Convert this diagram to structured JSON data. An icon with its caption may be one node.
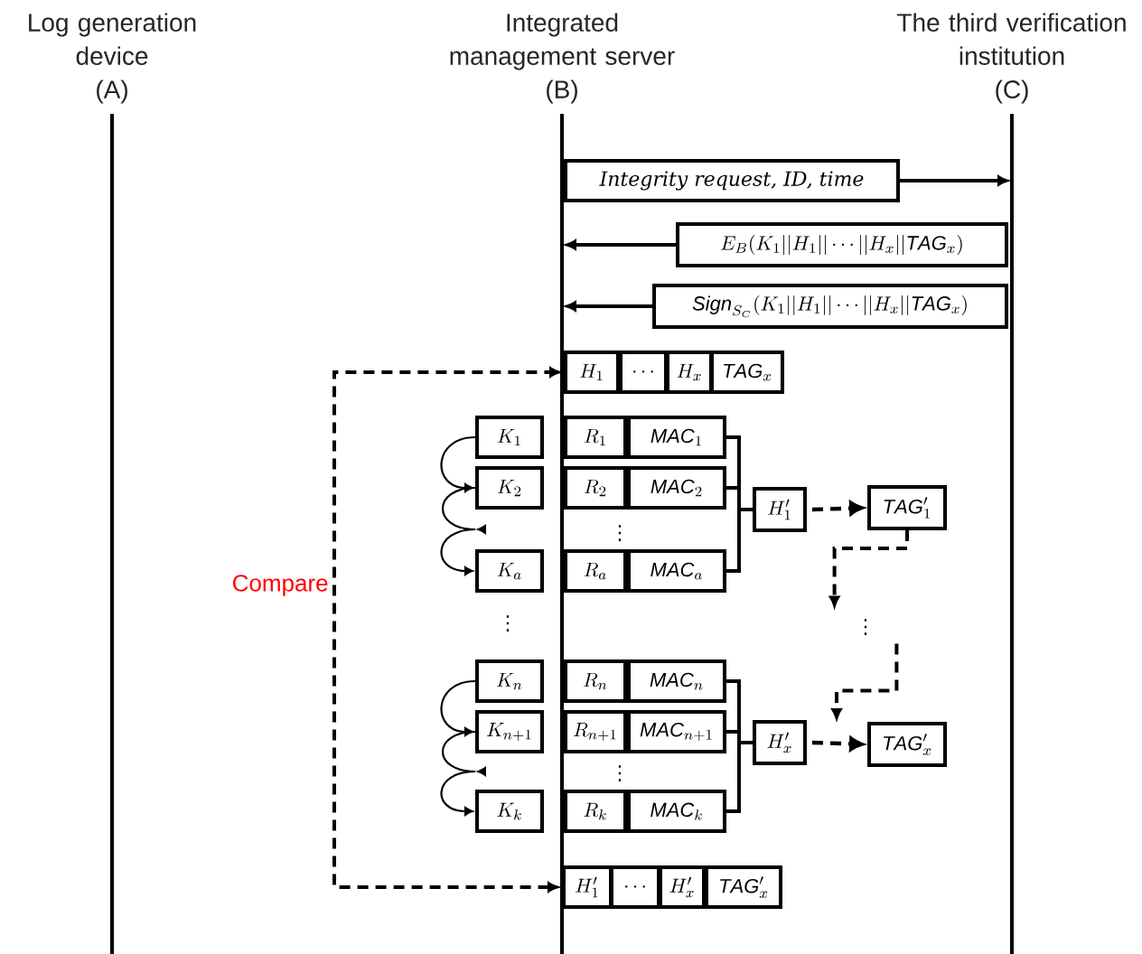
{
  "diagram": {
    "nodes": [
      {
        "text": [
          "Log generation device",
          "(A)"
        ]
      },
      {
        "text": [
          "Integrated management server",
          "(B)"
        ]
      },
      {
        "text": [
          "The third verification institution",
          "(C)"
        ]
      },
      {
        "text": [
          "Integrity request, ID, time"
        ]
      },
      {
        "text": [
          "E_{B}(K_{1}||H_{1}||\\cdots||H_{x}||\\mathit{TAG}_{x})"
        ]
      },
      {
        "text": [
          "\\mathit{Sign}_{S_{C}}(K_{1}||H_{1}||\\cdots||H_{x}||\\mathit{TAG}_{x})"
        ]
      },
      {
        "text": [
          "H_{1}"
        ]
      },
      {
        "text": [
          "\\cdots"
        ]
      },
      {
        "text": [
          "H_{x}"
        ]
      },
      {
        "text": [
          "\\mathit{TAG}_{x}"
        ]
      },
      {
        "text": [
          "K_{1}"
        ]
      },
      {
        "text": [
          "R_{1}"
        ]
      },
      {
        "text": [
          "\\mathit{MAC}_{1}"
        ]
      },
      {
        "text": [
          "K_{2}"
        ]
      },
      {
        "text": [
          "R_{2}"
        ]
      },
      {
        "text": [
          "\\mathit{MAC}_{2}"
        ]
      },
      {
        "text": [
          "K_{a}"
        ]
      },
      {
        "text": [
          "R_{a}"
        ]
      },
      {
        "text": [
          "\\mathit{MAC}_{a}"
        ]
      },
      {
        "text": [
          "H'_{1}"
        ]
      },
      {
        "text": [
          "\\mathit{TAG}'_{1}"
        ]
      },
      {
        "text": [
          "⋮"
        ]
      },
      {
        "text": [
          "K_{n}"
        ]
      },
      {
        "text": [
          "R_{n}"
        ]
      },
      {
        "text": [
          "\\mathit{MAC}_{n}"
        ]
      },
      {
        "text": [
          "K_{n+1}"
        ]
      },
      {
        "text": [
          "R_{n+1}"
        ]
      },
      {
        "text": [
          "\\mathit{MAC}_{n+1}"
        ]
      },
      {
        "text": [
          "K_{k}"
        ]
      },
      {
        "text": [
          "R_{k}"
        ]
      },
      {
        "text": [
          "\\mathit{MAC}_{k}"
        ]
      },
      {
        "text": [
          "H'_{x}"
        ]
      },
      {
        "text": [
          "\\mathit{TAG}'_{x}"
        ]
      },
      {
        "text": [
          "H'_{1}"
        ]
      },
      {
        "text": [
          "\\cdots"
        ]
      },
      {
        "text": [
          "H'_{x}"
        ]
      },
      {
        "text": [
          "\\mathit{TAG}'_{x}"
        ]
      },
      {
        "text": [],
        "shape": "line"
      },
      {
        "text": [],
        "shape": "line"
      },
      {
        "text": [],
        "shape": "line"
      }
    ],
    "edges": [
      {
        "from": 3,
        "to": 39,
        "arrow": "to"
      },
      {
        "from": 4,
        "to": 38,
        "arrow": "to"
      },
      {
        "from": 5,
        "to": 38,
        "arrow": "to"
      },
      {
        "from": 33,
        "to": 6,
        "arrow": "both",
        "style": "dashed",
        "label": "Compare"
      },
      {
        "from": 10,
        "to": 13,
        "arrow": "to"
      },
      {
        "from": 13,
        "to": 16,
        "arrow": "to"
      },
      {
        "from": 22,
        "to": 25,
        "arrow": "to"
      },
      {
        "from": 25,
        "to": 28,
        "arrow": "to"
      },
      {
        "from": 12,
        "to": 19,
        "arrow": "none"
      },
      {
        "from": 15,
        "to": 19,
        "arrow": "none"
      },
      {
        "from": 18,
        "to": 19,
        "arrow": "none"
      },
      {
        "from": 24,
        "to": 31,
        "arrow": "none"
      },
      {
        "from": 27,
        "to": 31,
        "arrow": "none"
      },
      {
        "from": 30,
        "to": 31,
        "arrow": "none"
      },
      {
        "from": 19,
        "to": 20,
        "arrow": "to",
        "style": "dashed"
      },
      {
        "from": 31,
        "to": 32,
        "arrow": "to",
        "style": "dashed"
      },
      {
        "from": 20,
        "to": 21,
        "arrow": "to",
        "style": "dashed"
      },
      {
        "from": 21,
        "to": null,
        "arrow": "to",
        "style": "dashed"
      }
    ],
    "labels": [
      "⋮",
      "⋮",
      "⋮"
    ]
  }
}
